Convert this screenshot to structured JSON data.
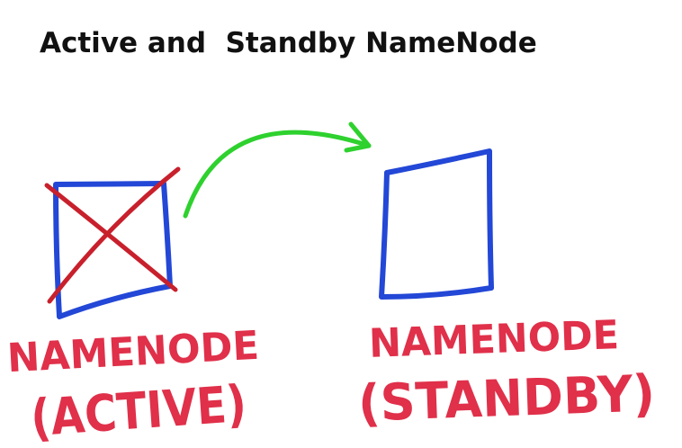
{
  "title": "Active and  Standby NameNode",
  "active_node": {
    "label": "NAMENODE",
    "role": "(ACTIVE)"
  },
  "standby_node": {
    "label": "NAMENODE",
    "role": "(STANDBY)"
  },
  "colors": {
    "box": "#2347d6",
    "cross": "#c8202c",
    "arrow": "#2ed12e",
    "label": "#e0304a",
    "title": "#111111"
  }
}
